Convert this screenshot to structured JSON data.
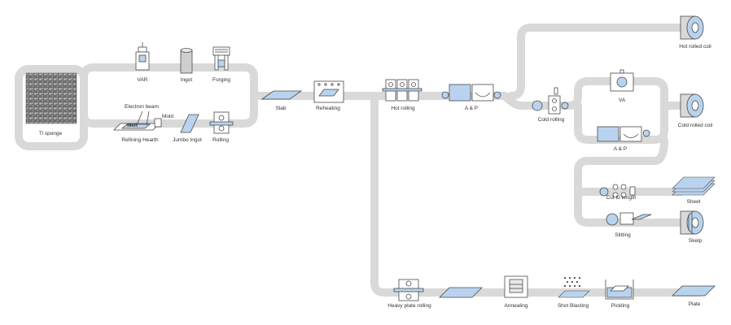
{
  "colors": {
    "pipe": "#d9d9d9",
    "accent": "#b9d3ef",
    "stroke": "#4a4a4a"
  },
  "labels": {
    "ti_sponge": "Ti sponge",
    "var": "VAR",
    "ingot": "Ingot",
    "forging": "Forging",
    "electron_beam": "Electron beam",
    "melt": "Melt",
    "mold": "Mold",
    "refining_hearth": "Refining Hearth",
    "jumbo_ingot": "Jumbo Ingot",
    "rolling": "Rolling",
    "slab": "Slab",
    "reheating": "Reheating",
    "hot_rolling": "Hot rolling",
    "ap_top": "A & P",
    "cold_rolling": "Cold rolling",
    "hot_rolled_coil": "Hot rolled coil",
    "va": "VA",
    "cold_rolled_coil": "Cold rolled coil",
    "ap_mid": "A & P",
    "cut_to_length": "Cut to length",
    "sheet": "Sheet",
    "slitting": "Slitting",
    "skelp": "Skelp",
    "heavy_plate_rolling": "Heavy plate rolling",
    "annealing": "Annealing",
    "shot_blasting": "Shot Blasting",
    "pickling": "Pickling",
    "plate": "Plate"
  }
}
